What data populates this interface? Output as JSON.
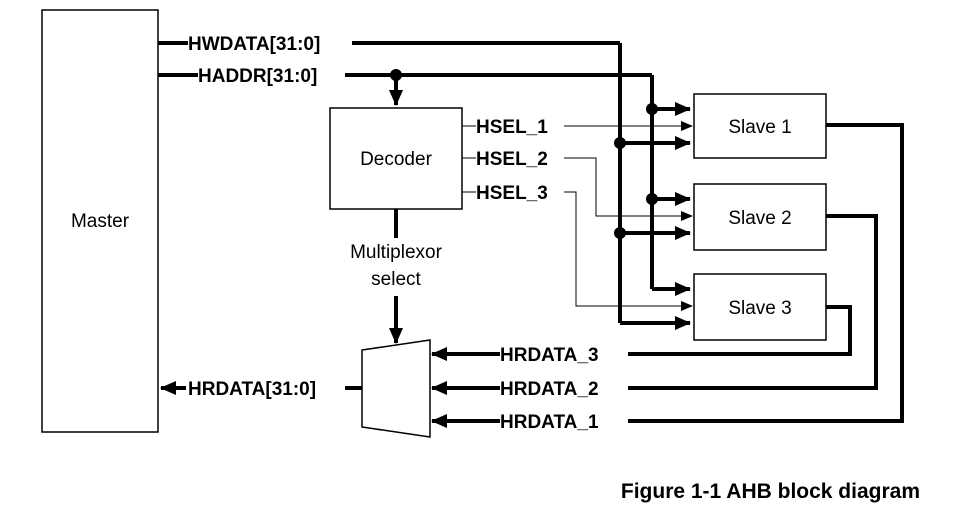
{
  "blocks": {
    "master": "Master",
    "decoder": "Decoder",
    "slave1": "Slave 1",
    "slave2": "Slave 2",
    "slave3": "Slave 3"
  },
  "signals": {
    "hwdata": "HWDATA[31:0]",
    "haddr": "HADDR[31:0]",
    "hsel1": "HSEL_1",
    "hsel2": "HSEL_2",
    "hsel3": "HSEL_3",
    "mux_select_line1": "Multiplexor",
    "mux_select_line2": "select",
    "hrdata3": "HRDATA_3",
    "hrdata2": "HRDATA_2",
    "hrdata1": "HRDATA_1",
    "hrdata_out": "HRDATA[31:0]"
  },
  "caption": "Figure 1-1 AHB block diagram"
}
